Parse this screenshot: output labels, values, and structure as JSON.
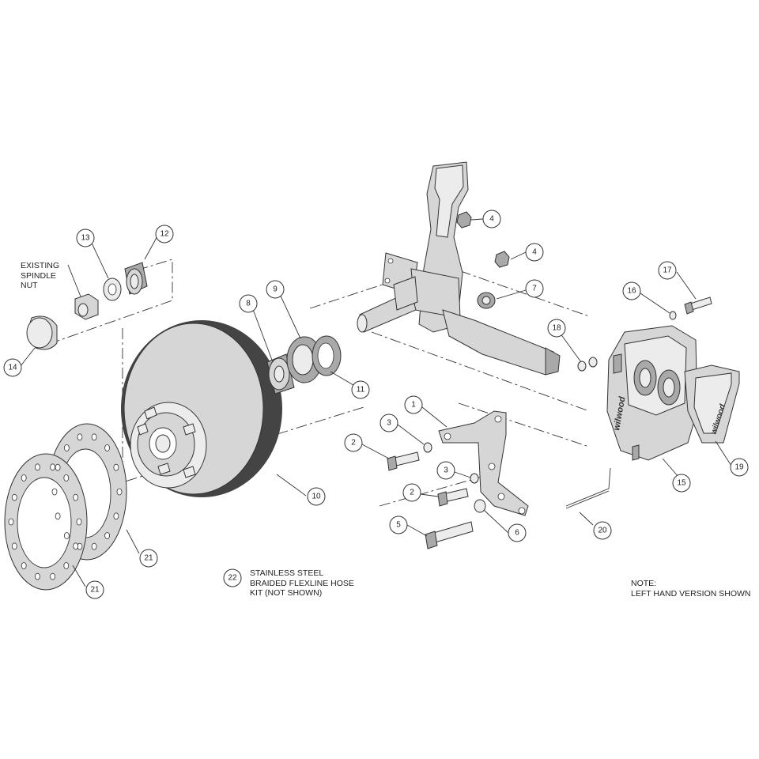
{
  "callouts": [
    {
      "id": "c12",
      "num": "12"
    },
    {
      "id": "c13",
      "num": "13"
    },
    {
      "id": "c14",
      "num": "14"
    },
    {
      "id": "c8",
      "num": "8"
    },
    {
      "id": "c9",
      "num": "9"
    },
    {
      "id": "c10",
      "num": "10"
    },
    {
      "id": "c11",
      "num": "11"
    },
    {
      "id": "c4a",
      "num": "4"
    },
    {
      "id": "c4b",
      "num": "4"
    },
    {
      "id": "c7",
      "num": "7"
    },
    {
      "id": "c1",
      "num": "1"
    },
    {
      "id": "c3a",
      "num": "3"
    },
    {
      "id": "c3b",
      "num": "3"
    },
    {
      "id": "c2a",
      "num": "2"
    },
    {
      "id": "c2b",
      "num": "2"
    },
    {
      "id": "c5",
      "num": "5"
    },
    {
      "id": "c6",
      "num": "6"
    },
    {
      "id": "c18",
      "num": "18"
    },
    {
      "id": "c16",
      "num": "16"
    },
    {
      "id": "c17",
      "num": "17"
    },
    {
      "id": "c15",
      "num": "15"
    },
    {
      "id": "c19",
      "num": "19"
    },
    {
      "id": "c20",
      "num": "20"
    },
    {
      "id": "c21a",
      "num": "21"
    },
    {
      "id": "c21b",
      "num": "21"
    },
    {
      "id": "c22",
      "num": "22"
    }
  ],
  "labels": {
    "spindle_nut": [
      "EXISTING",
      "SPINDLE",
      "NUT"
    ],
    "hose_kit": [
      "STAINLESS STEEL",
      "BRAIDED FLEXLINE HOSE",
      "KIT (NOT SHOWN)"
    ],
    "note_title": "NOTE:",
    "note_body": "LEFT HAND VERSION SHOWN"
  },
  "brand_marks": [
    "wilwood",
    "wilwood",
    "wilwood"
  ]
}
